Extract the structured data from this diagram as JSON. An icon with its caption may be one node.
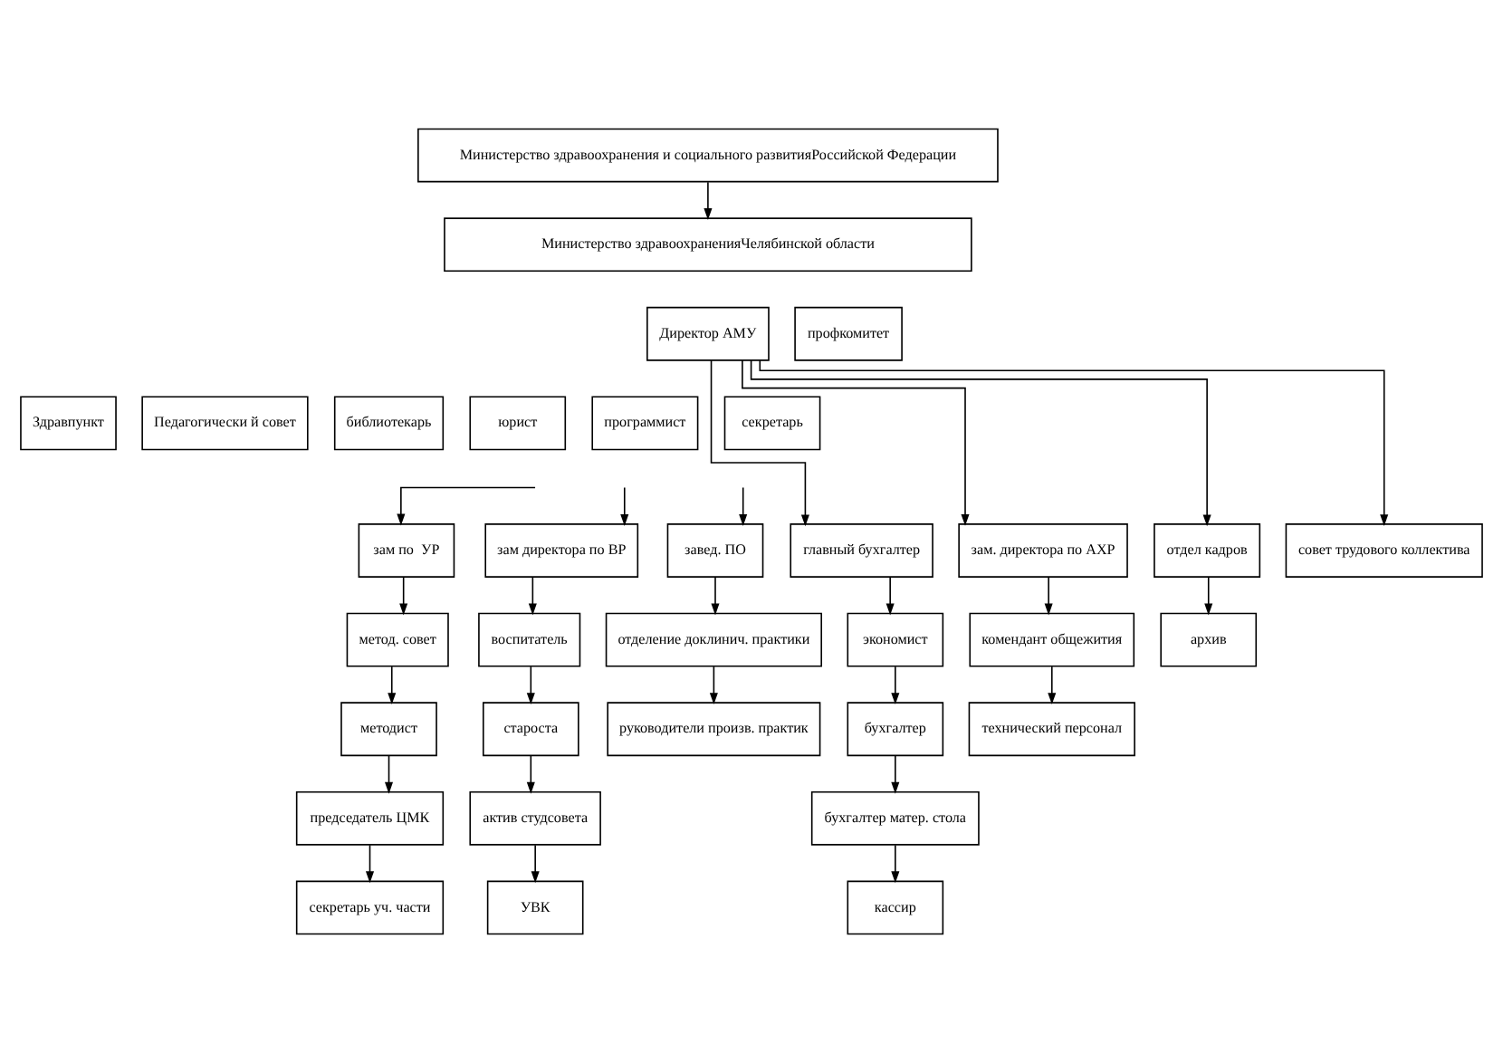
{
  "diagram": {
    "nodes": [
      {
        "text": [
          "Министерство здравоохранения и социального развитияРоссийской Федерации"
        ]
      },
      {
        "text": [
          "Министерство здравоохраненияЧелябинской области"
        ]
      },
      {
        "text": [
          "Директор АМУ"
        ]
      },
      {
        "text": [
          "профкомитет"
        ]
      },
      {
        "text": [
          "Здравпункт"
        ]
      },
      {
        "text": [
          "Педагогически й совет"
        ]
      },
      {
        "text": [
          "библиотекарь"
        ]
      },
      {
        "text": [
          "юрист"
        ]
      },
      {
        "text": [
          "программист"
        ]
      },
      {
        "text": [
          "секретарь"
        ]
      },
      {
        "text": [
          "зам по  УР"
        ]
      },
      {
        "text": [
          "метод. совет"
        ]
      },
      {
        "text": [
          "методист"
        ]
      },
      {
        "text": [
          "председатель ЦМК"
        ]
      },
      {
        "text": [
          "секретарь уч. части"
        ]
      },
      {
        "text": [
          "зам директора по ВР"
        ]
      },
      {
        "text": [
          "воспитатель"
        ]
      },
      {
        "text": [
          "староста"
        ]
      },
      {
        "text": [
          "актив студсовета"
        ]
      },
      {
        "text": [
          "УВК"
        ]
      },
      {
        "text": [
          "завед. ПО"
        ]
      },
      {
        "text": [
          "отделение доклинич. практики"
        ]
      },
      {
        "text": [
          "руководители произв. практик"
        ]
      },
      {
        "text": [
          "главный бухгалтер"
        ]
      },
      {
        "text": [
          "экономист"
        ]
      },
      {
        "text": [
          "бухгалтер"
        ]
      },
      {
        "text": [
          "бухгалтер матер. стола"
        ]
      },
      {
        "text": [
          "кассир"
        ]
      },
      {
        "text": [
          "зам. директора по АХР"
        ]
      },
      {
        "text": [
          "комендант общежития"
        ]
      },
      {
        "text": [
          "технический персонал"
        ]
      },
      {
        "text": [
          "отдел кадров"
        ]
      },
      {
        "text": [
          "архив"
        ]
      },
      {
        "text": [
          "совет трудового коллектива"
        ]
      }
    ],
    "edges": [
      {
        "from": 0,
        "to": 1,
        "arrow": "to"
      },
      {
        "from": null,
        "to": 10,
        "arrow": "to"
      },
      {
        "from": null,
        "to": 15,
        "arrow": "to"
      },
      {
        "from": null,
        "to": 20,
        "arrow": "to"
      },
      {
        "from": 2,
        "to": 23,
        "arrow": "to"
      },
      {
        "from": 2,
        "to": 28,
        "arrow": "to"
      },
      {
        "from": 2,
        "to": 31,
        "arrow": "to"
      },
      {
        "from": 2,
        "to": 33,
        "arrow": "to"
      },
      {
        "from": 10,
        "to": 11,
        "arrow": "to"
      },
      {
        "from": 11,
        "to": 12,
        "arrow": "to"
      },
      {
        "from": 12,
        "to": 13,
        "arrow": "to"
      },
      {
        "from": 13,
        "to": 14,
        "arrow": "to"
      },
      {
        "from": 15,
        "to": 16,
        "arrow": "to"
      },
      {
        "from": 16,
        "to": 17,
        "arrow": "to"
      },
      {
        "from": 17,
        "to": 18,
        "arrow": "to"
      },
      {
        "from": 18,
        "to": 19,
        "arrow": "to"
      },
      {
        "from": 20,
        "to": 21,
        "arrow": "to"
      },
      {
        "from": 21,
        "to": 22,
        "arrow": "to"
      },
      {
        "from": 23,
        "to": 24,
        "arrow": "to"
      },
      {
        "from": 24,
        "to": 25,
        "arrow": "to"
      },
      {
        "from": 25,
        "to": 26,
        "arrow": "to"
      },
      {
        "from": 26,
        "to": 27,
        "arrow": "to"
      },
      {
        "from": 28,
        "to": 29,
        "arrow": "to"
      },
      {
        "from": 29,
        "to": 30,
        "arrow": "to"
      },
      {
        "from": 31,
        "to": 32,
        "arrow": "to"
      }
    ]
  }
}
